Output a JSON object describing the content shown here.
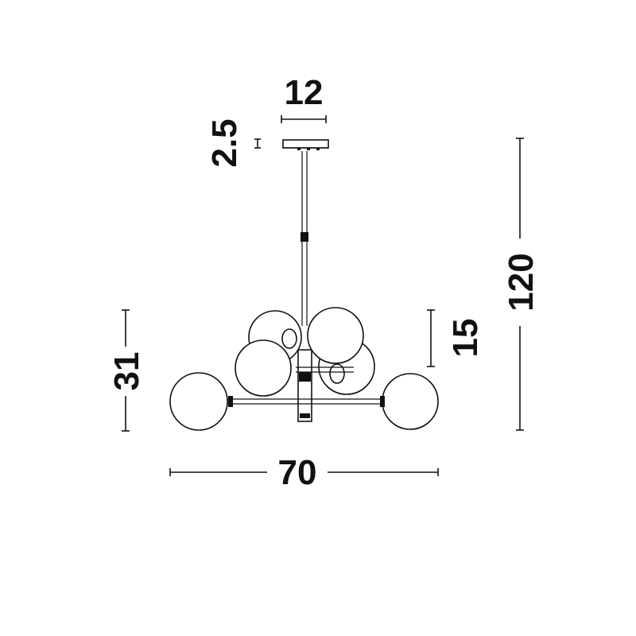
{
  "dimensions": {
    "canopy_width": "12",
    "canopy_height": "2.5",
    "total_height": "120",
    "body_height": "31",
    "globe_offset": "15",
    "total_width": "70"
  },
  "colors": {
    "ink": "#111111",
    "background": "#ffffff"
  }
}
